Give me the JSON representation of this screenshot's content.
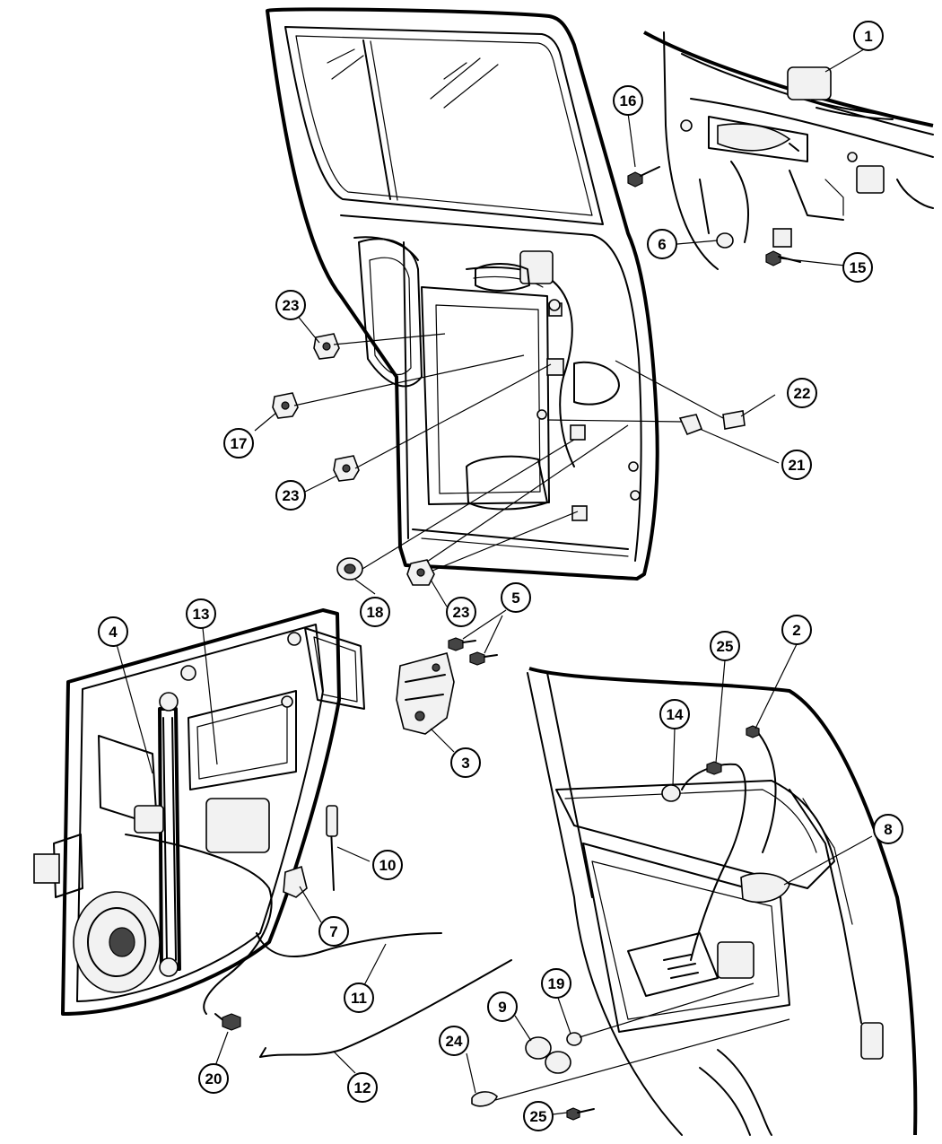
{
  "diagram": {
    "callouts": [
      {
        "id": "c1",
        "label": "1"
      },
      {
        "id": "c2",
        "label": "2"
      },
      {
        "id": "c3",
        "label": "3"
      },
      {
        "id": "c4",
        "label": "4"
      },
      {
        "id": "c5",
        "label": "5"
      },
      {
        "id": "c6",
        "label": "6"
      },
      {
        "id": "c7",
        "label": "7"
      },
      {
        "id": "c8",
        "label": "8"
      },
      {
        "id": "c9",
        "label": "9"
      },
      {
        "id": "c10",
        "label": "10"
      },
      {
        "id": "c11",
        "label": "11"
      },
      {
        "id": "c12",
        "label": "12"
      },
      {
        "id": "c13",
        "label": "13"
      },
      {
        "id": "c14",
        "label": "14"
      },
      {
        "id": "c15",
        "label": "15"
      },
      {
        "id": "c16",
        "label": "16"
      },
      {
        "id": "c17",
        "label": "17"
      },
      {
        "id": "c18",
        "label": "18"
      },
      {
        "id": "c19",
        "label": "19"
      },
      {
        "id": "c20",
        "label": "20"
      },
      {
        "id": "c21",
        "label": "21"
      },
      {
        "id": "c22",
        "label": "22"
      },
      {
        "id": "c23a",
        "label": "23"
      },
      {
        "id": "c23b",
        "label": "23"
      },
      {
        "id": "c23c",
        "label": "23"
      },
      {
        "id": "c24",
        "label": "24"
      },
      {
        "id": "c25a",
        "label": "25"
      },
      {
        "id": "c25b",
        "label": "25"
      }
    ]
  }
}
